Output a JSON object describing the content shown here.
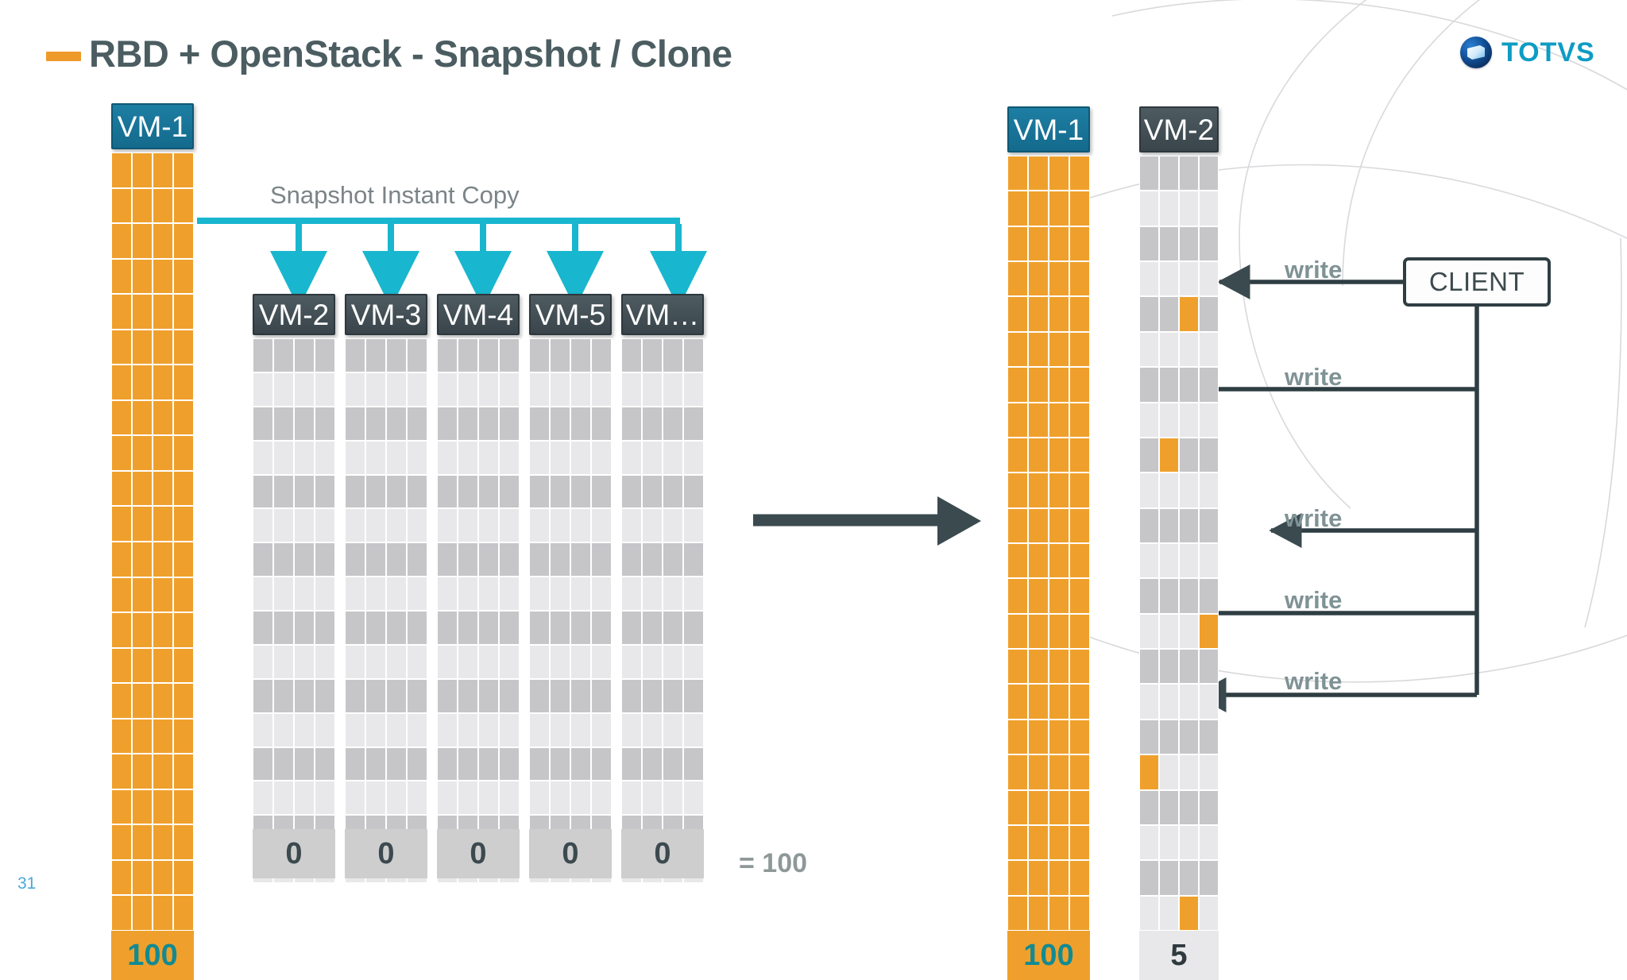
{
  "slide": {
    "title": "RBD + OpenStack - Snapshot / Clone",
    "page_number": "31",
    "accent_orange": "#efa02c",
    "accent_teal": "#19b6cf",
    "accent_dark": "#3a4a4f",
    "title_color": "#4b5d61"
  },
  "logo": {
    "name": "TOTVS",
    "mark_icon": "totvs-sphere-icon",
    "text_color": "#0d9cc4"
  },
  "left_panel": {
    "source": {
      "header": "VM-1",
      "header_style": "blue",
      "total": "100",
      "rows": 22,
      "cols": 4,
      "fill": "orange"
    },
    "fan_label": "Snapshot Instant Copy",
    "snapshots": [
      {
        "header": "VM-2",
        "total": "0"
      },
      {
        "header": "VM-3",
        "total": "0"
      },
      {
        "header": "VM-4",
        "total": "0"
      },
      {
        "header": "VM-5",
        "total": "0"
      },
      {
        "header": "VM…",
        "total": "0"
      }
    ],
    "sum_label": "= 100"
  },
  "transition": {
    "arrow_icon": "right-arrow-icon"
  },
  "right_panel": {
    "source": {
      "header": "VM-1",
      "header_style": "blue",
      "total": "100",
      "rows": 22,
      "cols": 4,
      "fill": "orange"
    },
    "clone": {
      "header": "VM-2",
      "header_style": "dark",
      "total": "5",
      "rows": 22,
      "cols": 4,
      "written_cells": [
        {
          "row": 4,
          "col": 2
        },
        {
          "row": 8,
          "col": 1
        },
        {
          "row": 13,
          "col": 3
        },
        {
          "row": 17,
          "col": 0
        },
        {
          "row": 21,
          "col": 2
        }
      ]
    },
    "client": {
      "label": "CLIENT"
    },
    "writes": [
      {
        "label": "write"
      },
      {
        "label": "write"
      },
      {
        "label": "write"
      },
      {
        "label": "write"
      },
      {
        "label": "write"
      }
    ]
  },
  "chart_data": {
    "type": "diagram",
    "title": "RBD + OpenStack - Snapshot / Clone",
    "left_scenario": {
      "description": "Source volume VM-1 consumes 100 units; five instant snapshot clones each consume 0",
      "categories": [
        "VM-1",
        "VM-2",
        "VM-3",
        "VM-4",
        "VM-5",
        "VM…"
      ],
      "values": [
        100,
        0,
        0,
        0,
        0,
        0
      ],
      "total": 100
    },
    "right_scenario": {
      "description": "After 5 client writes, clone VM-2 consumes 5 units; VM-1 still 100",
      "categories": [
        "VM-1",
        "VM-2"
      ],
      "values": [
        100,
        5
      ]
    }
  }
}
